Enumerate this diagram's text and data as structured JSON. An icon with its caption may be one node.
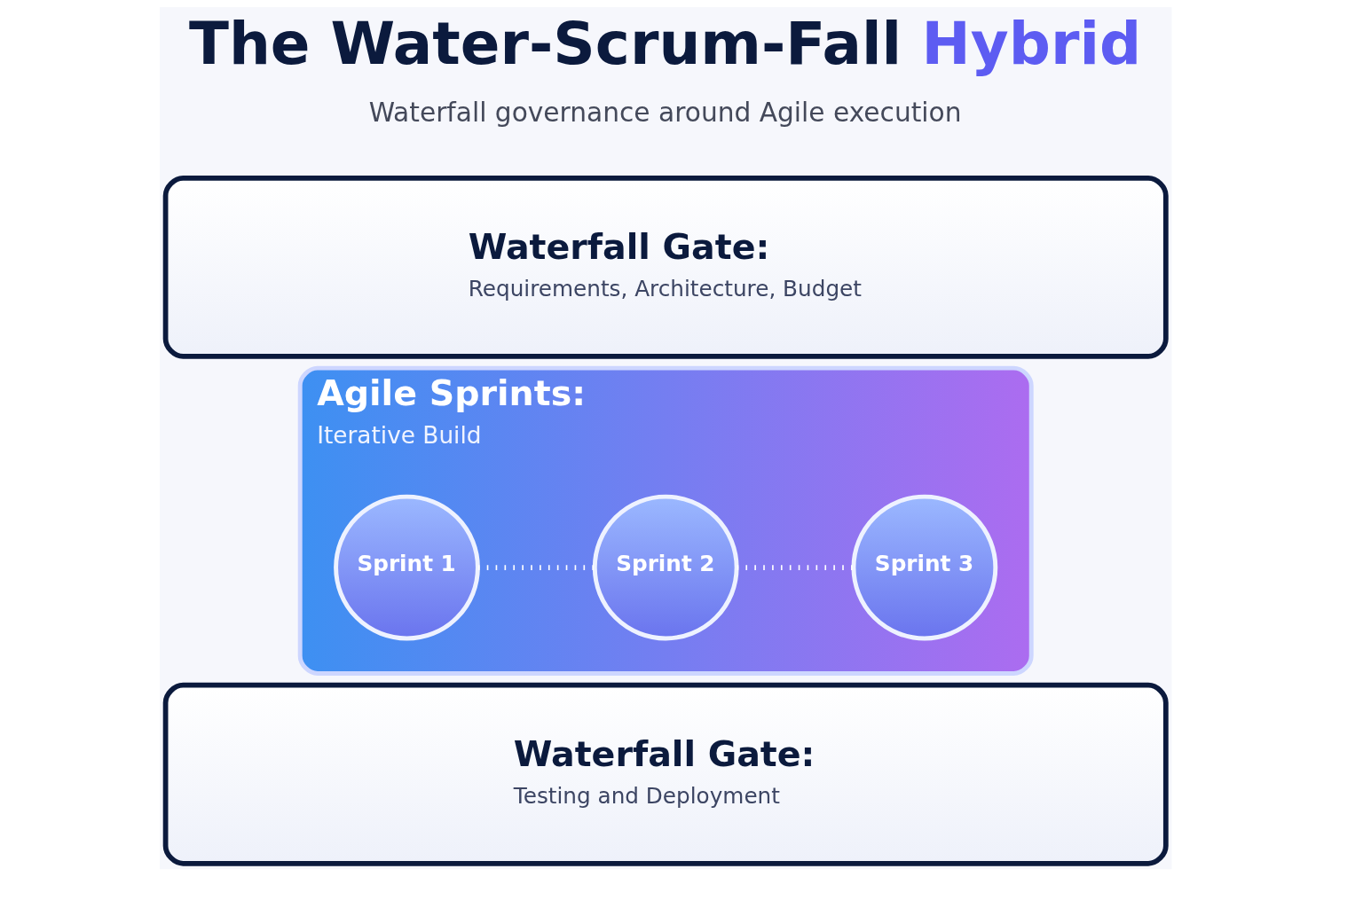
{
  "diagram": {
    "title": "The Water-Scrum-Fall Hybrid",
    "nodes": [
      {
        "text": [
          "Waterfall Gate:",
          "Requirements, Architecture, Budget"
        ]
      },
      {
        "text": [
          "Agile Sprints:",
          "Iterative Build"
        ]
      },
      {
        "text": [
          "Sprint 1"
        ],
        "in": 1
      },
      {
        "text": [
          "Sprint 2"
        ],
        "in": 1
      },
      {
        "text": [
          "Sprint 3"
        ],
        "in": 1
      },
      {
        "text": [
          "Waterfall Gate:",
          "Testing and Deployment"
        ]
      }
    ],
    "edges": [
      {
        "from": 2,
        "to": 3,
        "arrow": "none"
      },
      {
        "from": 3,
        "to": 4,
        "arrow": "none"
      }
    ],
    "labels": [
      "Waterfall governance around Agile execution"
    ]
  }
}
